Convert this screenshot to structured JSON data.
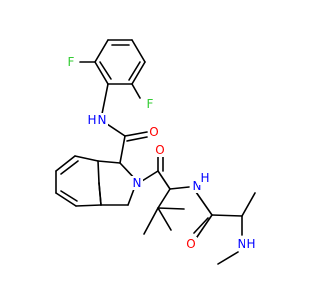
{
  "colors": {
    "bond": "#000000",
    "carbon": "#000000",
    "nitrogen": "#0000ff",
    "oxygen": "#ff0000",
    "fluorine": "#33cc33"
  },
  "atoms": [
    {
      "id": "F1",
      "label": "F",
      "element": "fluorine"
    },
    {
      "id": "F2",
      "label": "F",
      "element": "fluorine"
    },
    {
      "id": "N_amide1",
      "label": "N",
      "element": "nitrogen"
    },
    {
      "id": "H_amide1",
      "label": "H",
      "element": "nitrogen"
    },
    {
      "id": "O1",
      "label": "O",
      "element": "oxygen"
    },
    {
      "id": "N_ring",
      "label": "N",
      "element": "nitrogen"
    },
    {
      "id": "O2",
      "label": "O",
      "element": "oxygen"
    },
    {
      "id": "N_amide2",
      "label": "N",
      "element": "nitrogen"
    },
    {
      "id": "H_amide2",
      "label": "H",
      "element": "nitrogen"
    },
    {
      "id": "O3",
      "label": "O",
      "element": "oxygen"
    },
    {
      "id": "N_amine",
      "label": "N",
      "element": "nitrogen"
    },
    {
      "id": "H_amine",
      "label": "H",
      "element": "nitrogen"
    }
  ]
}
